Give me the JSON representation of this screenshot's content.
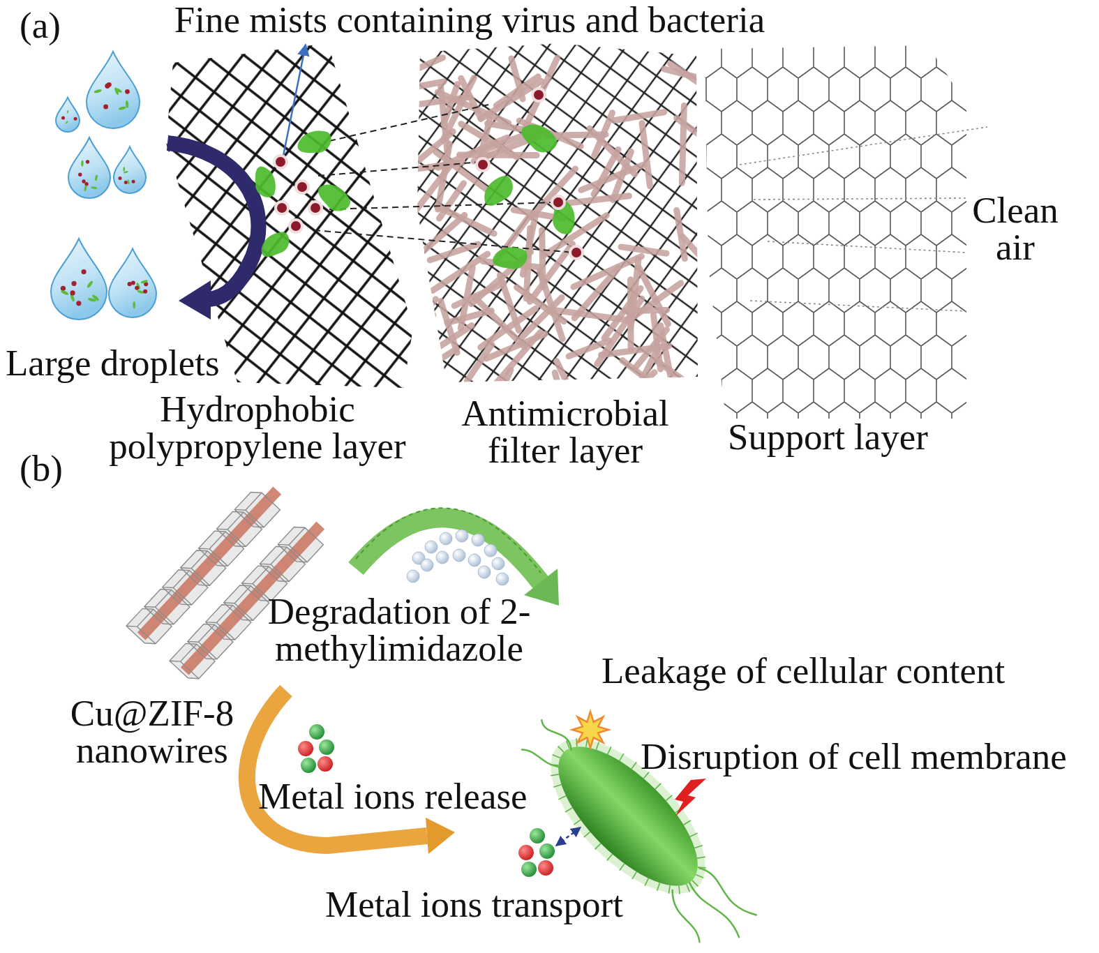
{
  "diagram": {
    "labels": [
      "(a)",
      "Fine mists containing virus and bacteria",
      "Large droplets",
      "Hydrophobic polypropylene layer",
      "Antimicrobial filter layer",
      "Support layer",
      "Clean air",
      "(b)",
      "Degradation of 2-methylimidazole",
      "Leakage of cellular content",
      "Cu@ZIF-8 nanowires",
      "Disruption of cell membrane",
      "Metal ions release",
      "Metal ions transport"
    ]
  }
}
